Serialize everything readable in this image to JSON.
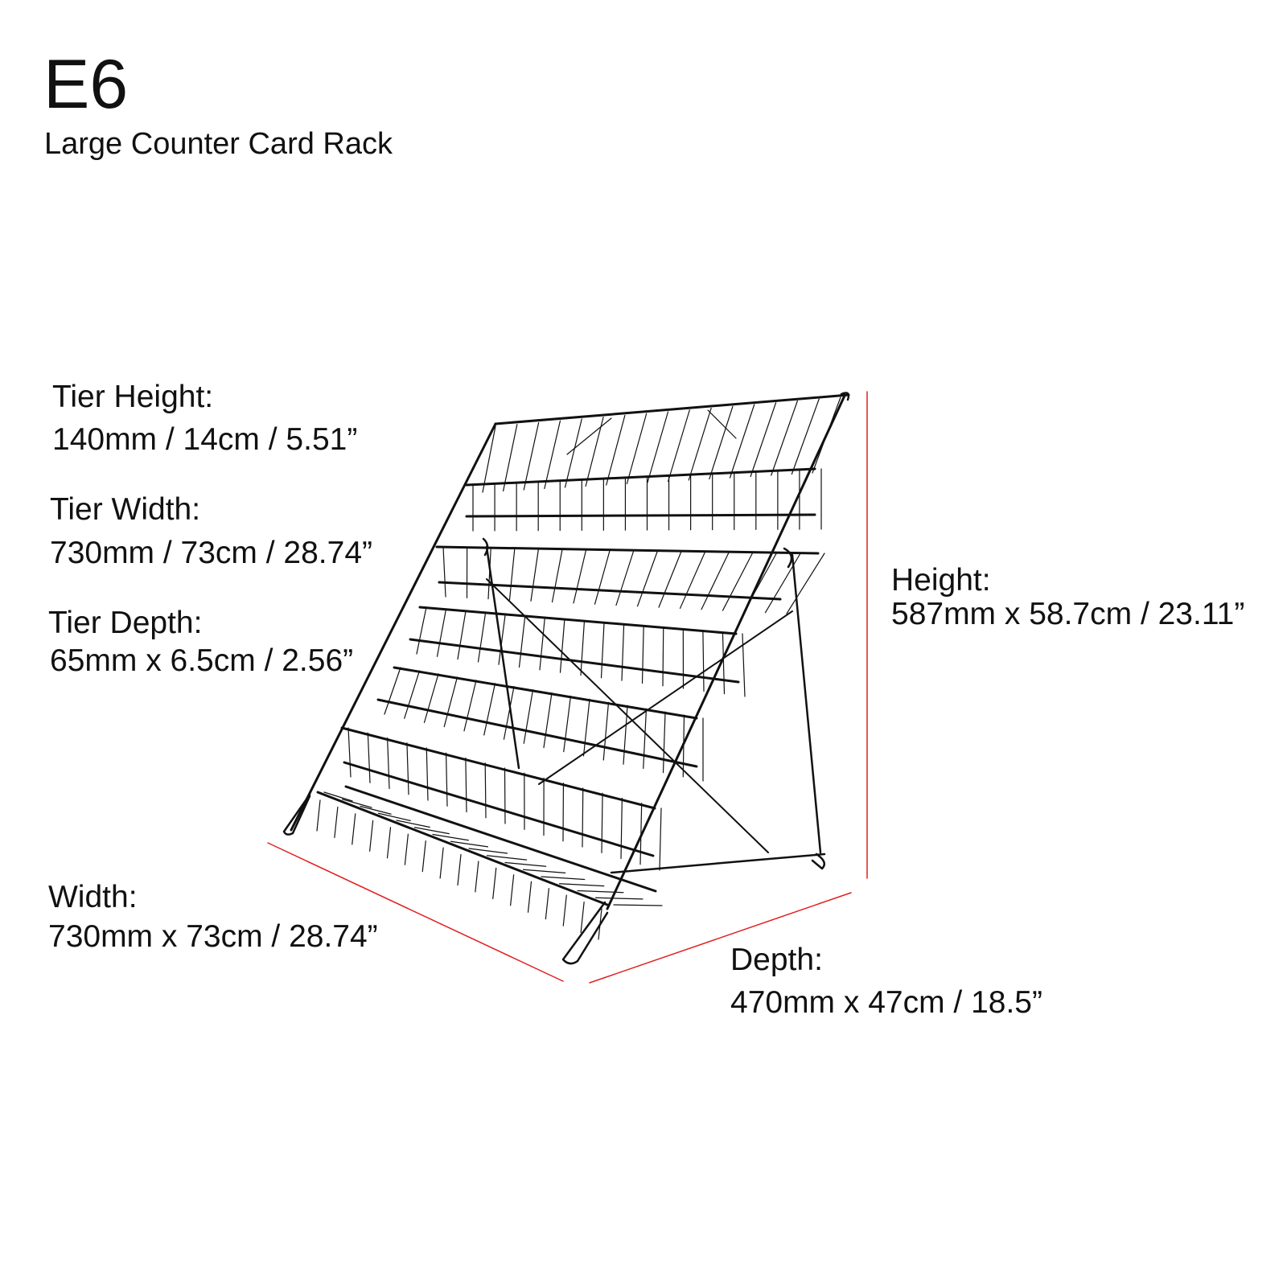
{
  "header": {
    "code": "E6",
    "subtitle": "Large Counter Card Rack"
  },
  "specs": {
    "tier_height": {
      "label": "Tier Height:",
      "value": "140mm / 14cm / 5.51”"
    },
    "tier_width": {
      "label": "Tier Width:",
      "value": "730mm / 73cm / 28.74”"
    },
    "tier_depth": {
      "label": "Tier Depth:",
      "value": "65mm x 6.5cm / 2.56”"
    },
    "height": {
      "label": "Height:",
      "value": "587mm x 58.7cm / 23.11”"
    },
    "width": {
      "label": "Width:",
      "value": "730mm x 73cm / 28.74”"
    },
    "depth": {
      "label": "Depth:",
      "value": "470mm x 47cm / 18.5”"
    }
  },
  "colors": {
    "text": "#111111",
    "wire": "#111111",
    "dimension_line": "#e02020",
    "background": "#ffffff"
  }
}
